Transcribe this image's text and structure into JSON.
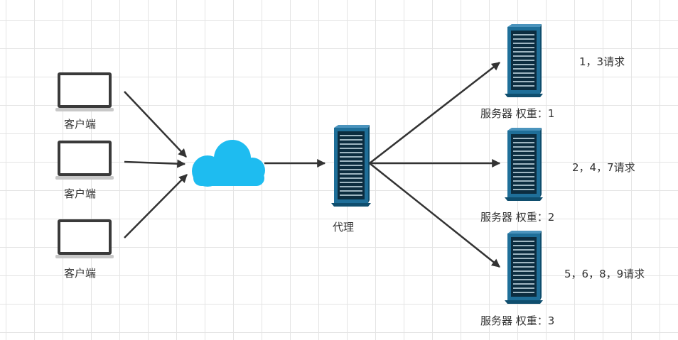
{
  "clients": [
    {
      "label": "客户端"
    },
    {
      "label": "客户端"
    },
    {
      "label": "客户端"
    }
  ],
  "proxy": {
    "label": "代理"
  },
  "servers": [
    {
      "label": "服务器 权重：1",
      "requests": "1，3请求"
    },
    {
      "label": "服务器 权重：2",
      "requests": "2，4，7请求"
    },
    {
      "label": "服务器 权重：3",
      "requests": "5，6，8，9请求"
    }
  ],
  "colors": {
    "server": "#1f6f99",
    "server_dark": "#0f4e6e",
    "cloud": "#1ebcf0",
    "laptop": "#3a3a3a",
    "arrow": "#333333"
  },
  "icons": {
    "client": "laptop-icon",
    "network": "cloud-icon",
    "proxy": "server-icon",
    "server": "server-icon"
  }
}
